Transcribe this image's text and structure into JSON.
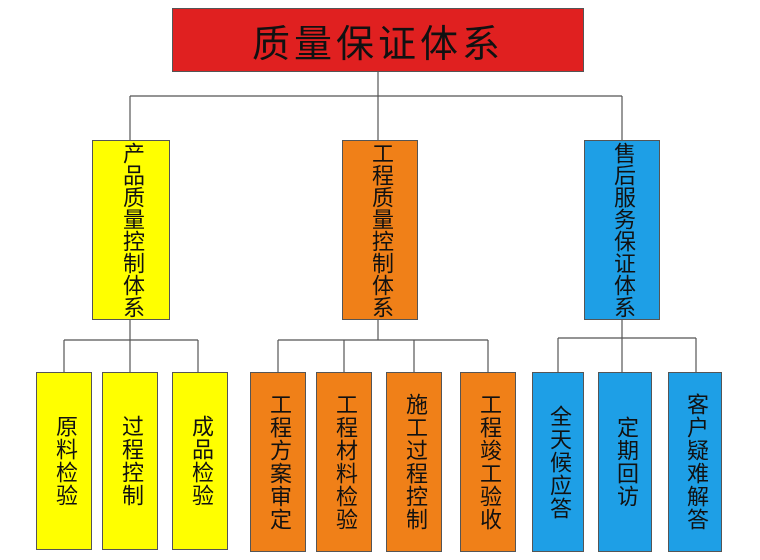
{
  "title": "质量保证体系",
  "branches": [
    {
      "label": "产品质量控制体系",
      "children": [
        "原料检验",
        "过程控制",
        "成品检验"
      ]
    },
    {
      "label": "工程质量控制体系",
      "children": [
        "工程方案审定",
        "工程材料检验",
        "施工过程控制",
        "工程竣工验收"
      ]
    },
    {
      "label": "售后服务保证体系",
      "children": [
        "全天候应答",
        "定期回访",
        "客户疑难解答"
      ]
    }
  ],
  "colors": {
    "title": "#e02020",
    "branch_1": "#ffff00",
    "branch_2": "#f08018",
    "branch_3": "#1e9fe6",
    "connector": "#555555"
  }
}
